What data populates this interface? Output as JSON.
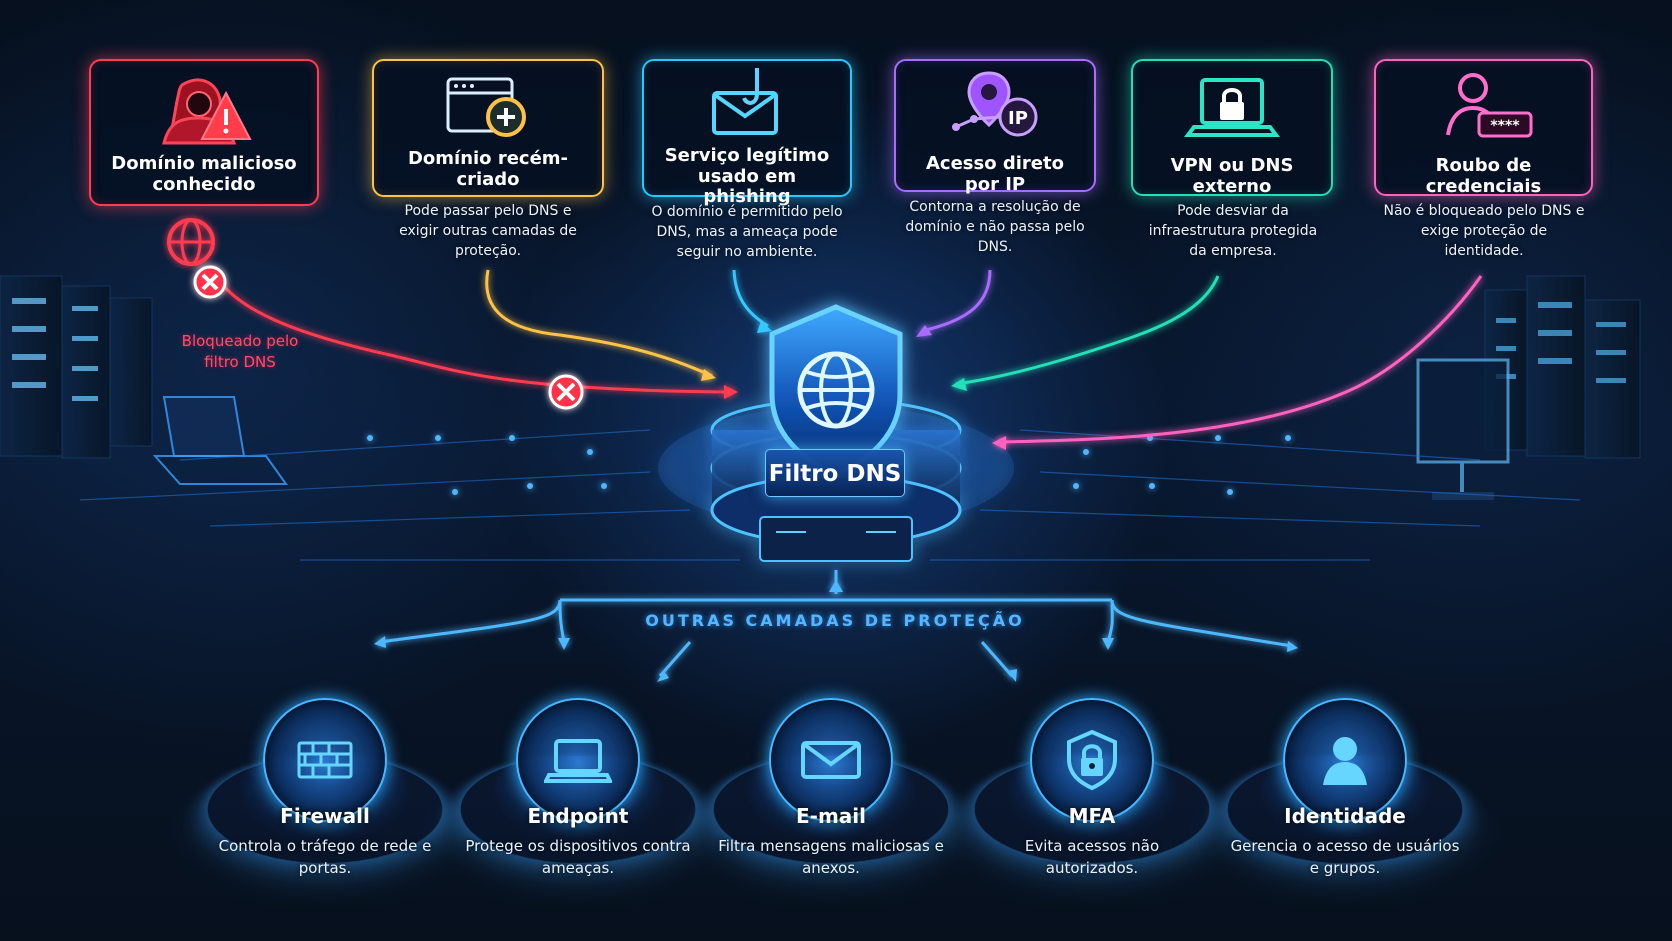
{
  "diagram": {
    "threats": [
      {
        "title": "Domínio malicioso conhecido",
        "description": "",
        "blocked_label": "Bloqueado pelo filtro DNS",
        "color": "#ff3d52",
        "icon": "hooded-attacker-warning-icon"
      },
      {
        "title": "Domínio recém-criado",
        "description": "Pode passar pelo DNS e exigir outras camadas de proteção.",
        "color": "#ffc247",
        "icon": "browser-plus-icon"
      },
      {
        "title": "Serviço legítimo usado em phishing",
        "description": "O domínio é permitido pelo DNS, mas a ameaça pode seguir no ambiente.",
        "color": "#25c8ff",
        "icon": "phishing-email-icon"
      },
      {
        "title": "Acesso direto por IP",
        "description": "Contorna a resolução de domínio e não passa pelo DNS.",
        "color": "#a86cff",
        "icon": "location-ip-icon"
      },
      {
        "title": "VPN ou DNS externo",
        "description": "Pode desviar da infraestrutura protegida da empresa.",
        "color": "#20e0b8",
        "icon": "laptop-lock-icon"
      },
      {
        "title": "Roubo de credenciais",
        "description": "Não é bloqueado pelo DNS e exige proteção de identidade.",
        "color": "#ff62bf",
        "icon": "user-password-icon"
      }
    ],
    "center": {
      "label": "Filtro DNS",
      "icon": "shield-globe-icon",
      "accent": "#4eb8ff"
    },
    "layers_title": "OUTRAS CAMADAS DE PROTEÇÃO",
    "layers": [
      {
        "name": "Firewall",
        "description": "Controla o tráfego de rede e portas.",
        "icon": "firewall-icon"
      },
      {
        "name": "Endpoint",
        "description": "Protege os dispositivos contra ameaças.",
        "icon": "laptop-icon"
      },
      {
        "name": "E-mail",
        "description": "Filtra mensagens maliciosas e anexos.",
        "icon": "email-icon"
      },
      {
        "name": "MFA",
        "description": "Evita acessos não autorizados.",
        "icon": "shield-lock-icon"
      },
      {
        "name": "Identidade",
        "description": "Gerencia o acesso de usuários e grupos.",
        "icon": "user-icon"
      }
    ]
  }
}
